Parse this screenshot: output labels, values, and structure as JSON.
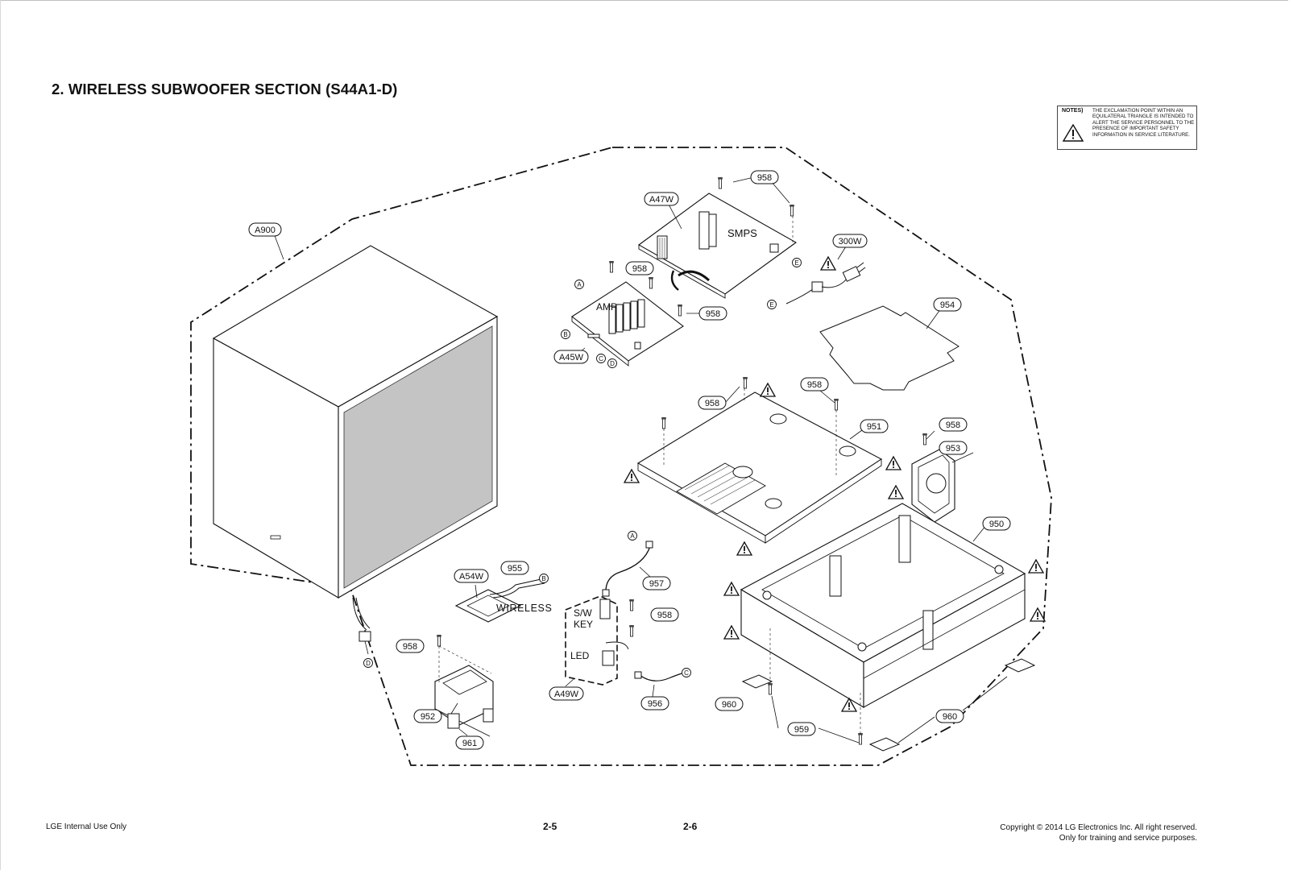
{
  "title": "2. WIRELESS SUBWOOFER SECTION (S44A1-D)",
  "notes": {
    "label": "NOTES)",
    "text": "THE EXCLAMATION POINT WITHIN AN EQUILATERAL TRIANGLE IS INTENDED TO ALERT THE SERVICE PERSONNEL TO THE PRESENCE OF IMPORTANT SAFETY INFORMATION IN SERVICE LITERATURE."
  },
  "board_labels": {
    "smps": "SMPS",
    "amp": "AMP",
    "wireless": "WIRELESS",
    "sw_key_line1": "S/W",
    "sw_key_line2": "KEY",
    "led": "LED"
  },
  "part_labels": {
    "a900": "A900",
    "a47w": "A47W",
    "a45w": "A45W",
    "a54w": "A54W",
    "a49w": "A49W",
    "p300w": "300W",
    "p958": "958",
    "p954": "954",
    "p951": "951",
    "p953": "953",
    "p950": "950",
    "p955": "955",
    "p957": "957",
    "p956": "956",
    "p952": "952",
    "p961": "961",
    "p960": "960",
    "p959": "959"
  },
  "connectors": {
    "a": "A",
    "b": "B",
    "c": "C",
    "d": "D",
    "e": "E"
  },
  "footer": {
    "left": "LGE Internal Use Only",
    "page_left": "2-5",
    "page_right": "2-6",
    "copyright": "Copyright © 2014 LG Electronics Inc. All right reserved.",
    "training": "Only for training and service purposes."
  }
}
